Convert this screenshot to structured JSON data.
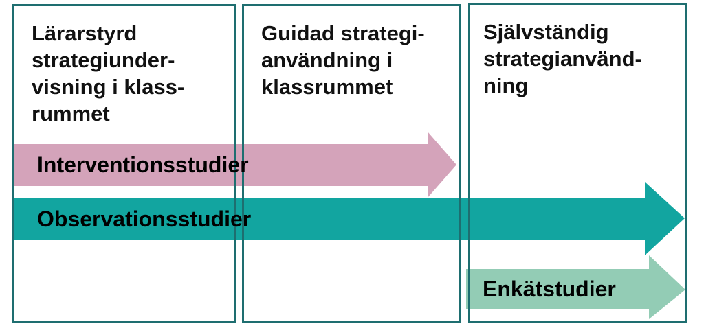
{
  "figure": {
    "type": "process-diagram",
    "stages": [
      {
        "title": "Lärarstyrd\nstrategiunder-\nvisning i klass-\nrummet"
      },
      {
        "title": "Guidad strategi-\nanvändning i\nklassrummet"
      },
      {
        "title": "Självständig\nstrategianvänd-\nning"
      }
    ],
    "arrows": [
      {
        "label": "Interventionsstudier",
        "color": "#d4a3ba",
        "spans_stages": "1-2"
      },
      {
        "label": "Observationsstudier",
        "color": "#12a5a0",
        "spans_stages": "1-3"
      },
      {
        "label": "Enkätstudier",
        "color": "#93ccb5",
        "spans_stages": "3"
      }
    ],
    "colors": {
      "box_border": "#1e6e70",
      "text": "#111111",
      "background": "#ffffff"
    }
  }
}
